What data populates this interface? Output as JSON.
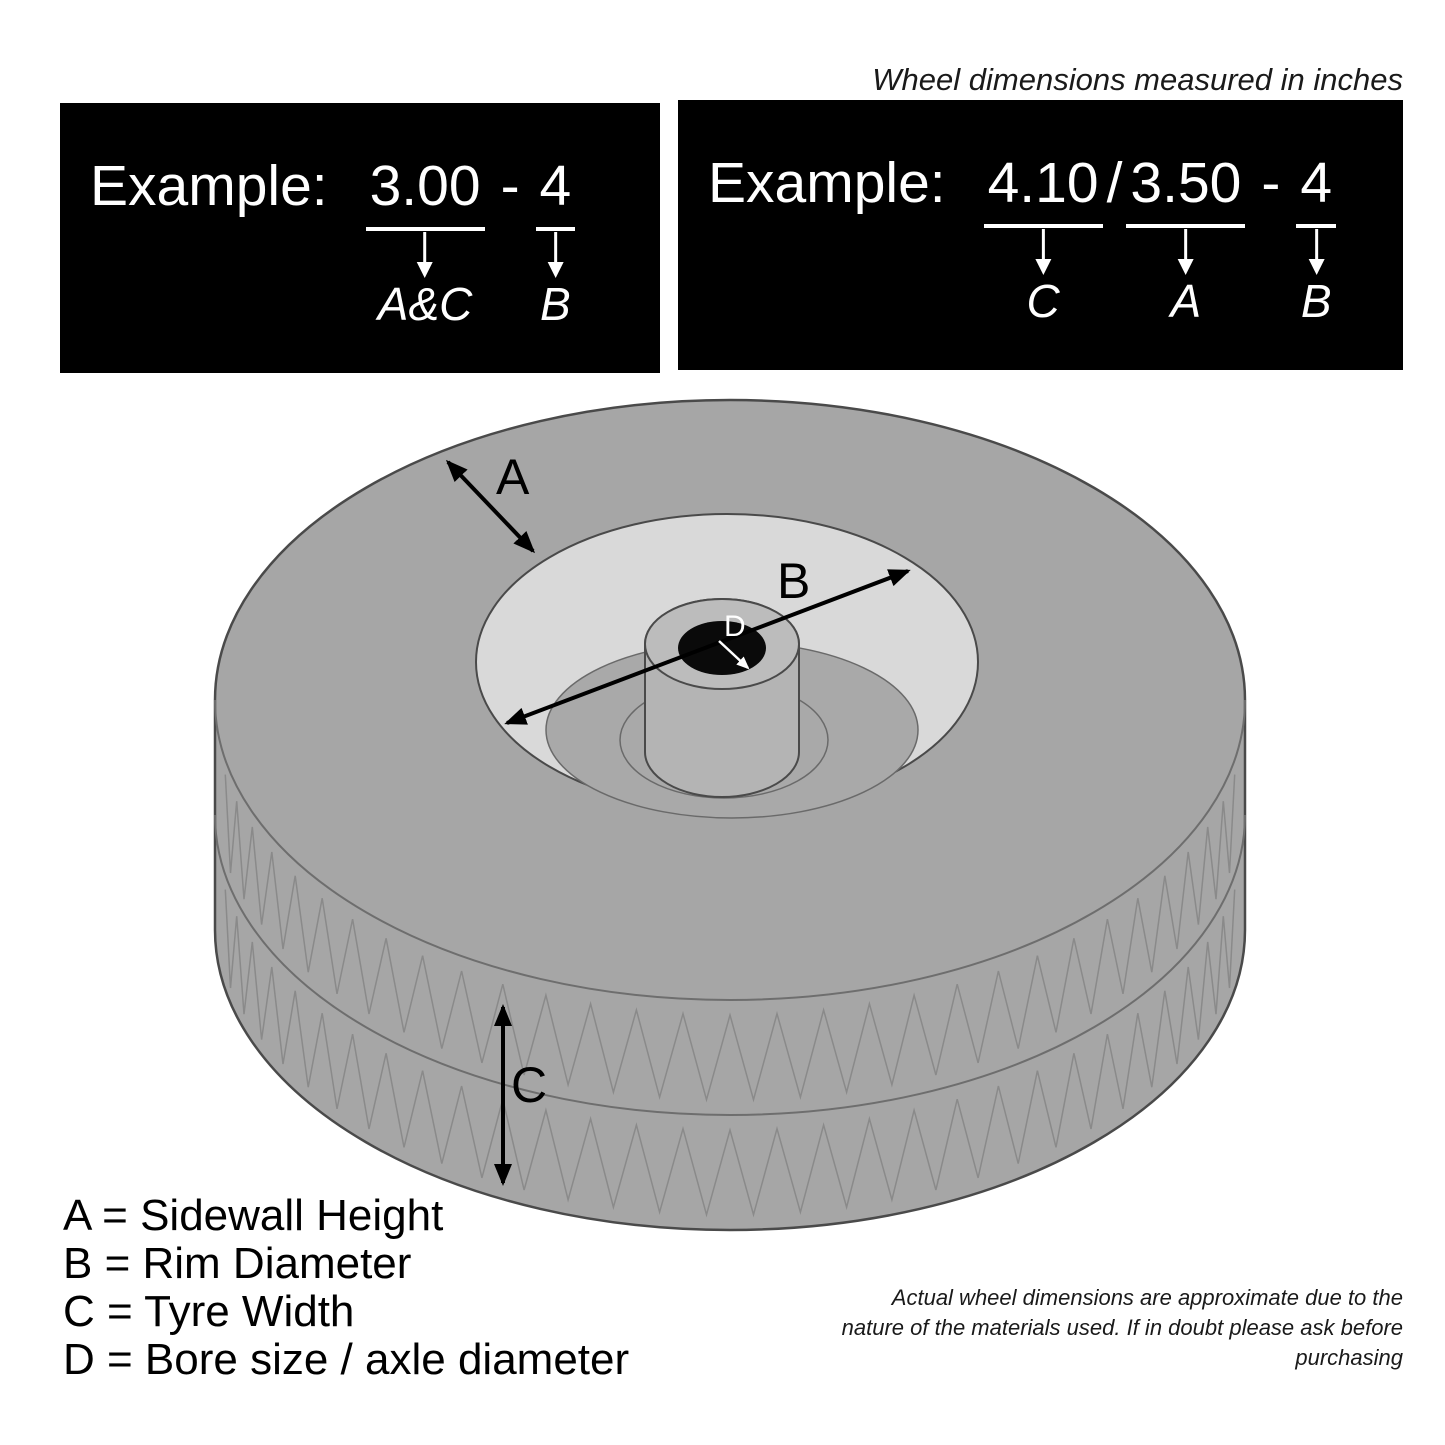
{
  "header": {
    "note": "Wheel dimensions measured in inches"
  },
  "example1": {
    "label": "Example:",
    "part1": "3.00",
    "sep": "-",
    "part2": "4",
    "arrow1_letter": "A&C",
    "arrow2_letter": "B"
  },
  "example2": {
    "label": "Example:",
    "part1": "4.10",
    "slash": "/",
    "part2": "3.50",
    "sep": "-",
    "part3": "4",
    "arrow1_letter": "C",
    "arrow2_letter": "A",
    "arrow3_letter": "B"
  },
  "diagram": {
    "label_a": "A",
    "label_b": "B",
    "label_c": "C",
    "label_d": "D"
  },
  "legend": {
    "items": [
      "A = Sidewall Height",
      "B = Rim Diameter",
      "C = Tyre Width",
      "D = Bore size / axle diameter"
    ]
  },
  "footnote": {
    "lines": [
      "Actual wheel dimensions are approximate due to the",
      "nature of the materials used. If in doubt please ask before",
      "purchasing"
    ]
  },
  "colors": {
    "background": "#ffffff",
    "box_background": "#000000",
    "box_text": "#ffffff",
    "tire_gray": "#a6a6a6",
    "rim_light_gray": "#d9d9d9",
    "recess_gray": "#a9a9a9",
    "hub_gray": "#b4b4b4",
    "bore_black": "#0a0a0a",
    "outline": "#4a4a4a"
  }
}
